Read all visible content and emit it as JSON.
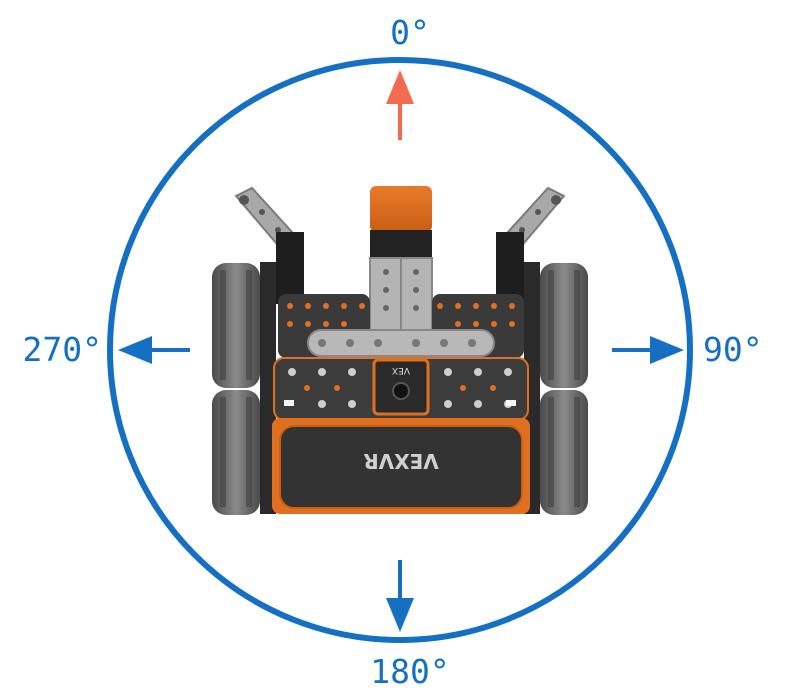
{
  "heading_labels": {
    "north": "0°",
    "east": "90°",
    "south": "180°",
    "west": "270°"
  },
  "robot": {
    "front_badge_text": "VEXVR",
    "sensor_badge_text": "VEX"
  },
  "colors": {
    "dial": "#1570c4",
    "forward_arrow": "#f26b50",
    "robot_orange": "#e07020",
    "robot_dark": "#2e2e2e",
    "robot_metal": "#a8a8a8",
    "wheel": "#666666"
  },
  "icons": {
    "forward_arrow": "arrow-up-icon",
    "right_arrow": "arrow-right-icon",
    "down_arrow": "arrow-down-icon",
    "left_arrow": "arrow-left-icon"
  }
}
